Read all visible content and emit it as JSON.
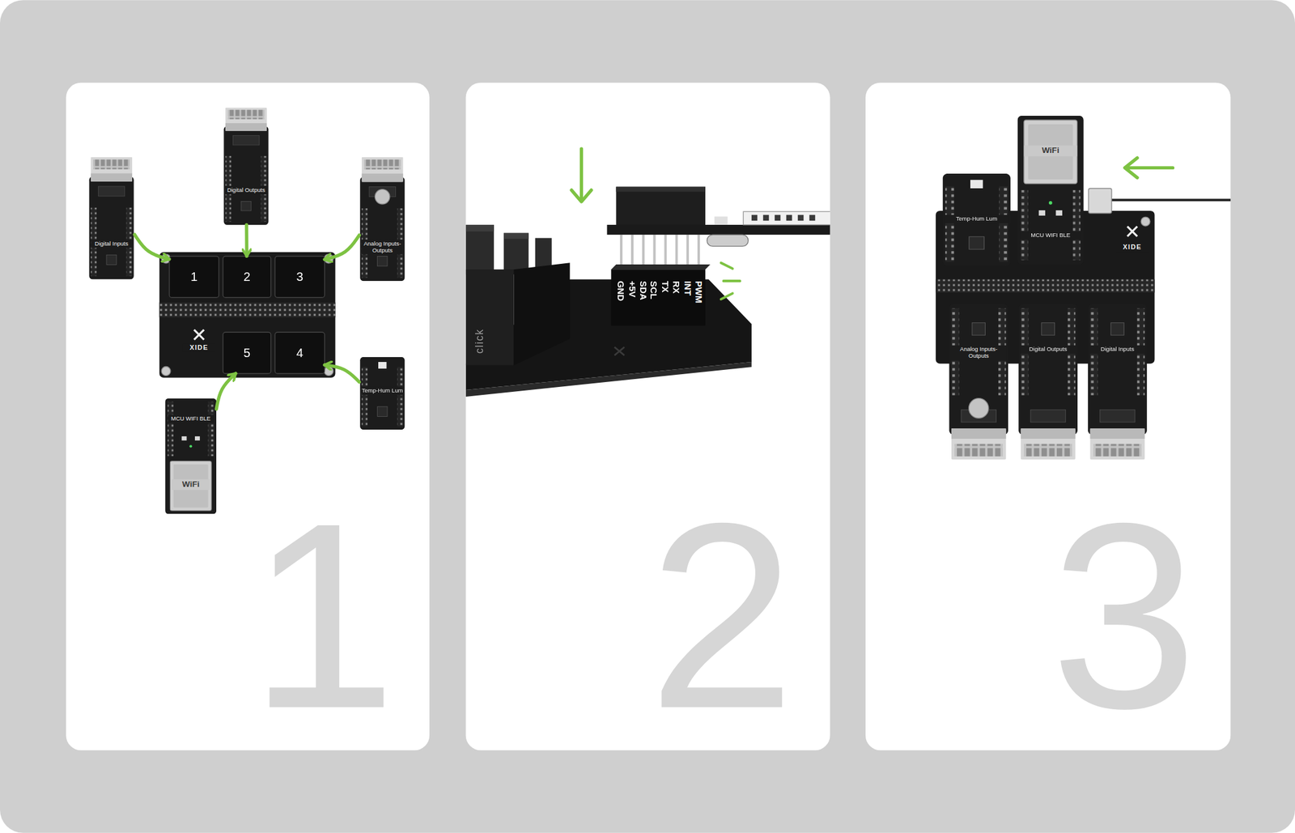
{
  "diagram": {
    "nodes": [
      {
        "text": [
          "1"
        ]
      },
      {
        "text": [
          "Digital Inputs"
        ],
        "in": 0
      },
      {
        "text": [
          "Digital Outputs"
        ],
        "in": 0
      },
      {
        "text": [
          "Analog Inputs-Outputs"
        ],
        "in": 0
      },
      {
        "text": [
          "XIDE"
        ],
        "in": 0
      },
      {
        "text": [
          "1"
        ],
        "in": 4
      },
      {
        "text": [
          "2"
        ],
        "in": 4
      },
      {
        "text": [
          "3"
        ],
        "in": 4
      },
      {
        "text": [
          "5"
        ],
        "in": 4
      },
      {
        "text": [
          "4"
        ],
        "in": 4
      },
      {
        "text": [
          "MCU WIFI BLE",
          "WiFi"
        ],
        "in": 0
      },
      {
        "text": [
          "Temp-Hum Lum"
        ],
        "in": 0
      },
      {
        "text": [
          "2"
        ]
      },
      {
        "text": [
          "3"
        ]
      },
      {
        "text": [
          "XIDE"
        ],
        "in": 13
      },
      {
        "text": [
          "Temp-Hum Lum"
        ],
        "in": 14
      },
      {
        "text": [
          "MCU WIFI BLE",
          "WiFi"
        ],
        "in": 14
      },
      {
        "text": [
          "Analog Inputs-Outputs"
        ],
        "in": 14
      },
      {
        "text": [
          "Digital Outputs"
        ],
        "in": 14
      },
      {
        "text": [
          "Digital Inputs"
        ],
        "in": 14
      }
    ],
    "edges": [
      {
        "from": 1,
        "to": 5,
        "arrow": "to"
      },
      {
        "from": 2,
        "to": 6,
        "arrow": "to"
      },
      {
        "from": 3,
        "to": 7,
        "arrow": "to"
      },
      {
        "from": 10,
        "to": 8,
        "arrow": "to"
      },
      {
        "from": 11,
        "to": 9,
        "arrow": "to"
      }
    ],
    "labels": [
      "PWM",
      "INT",
      "RX",
      "TX",
      "SCL",
      "SDA",
      "+5V",
      "GND",
      "click"
    ]
  }
}
